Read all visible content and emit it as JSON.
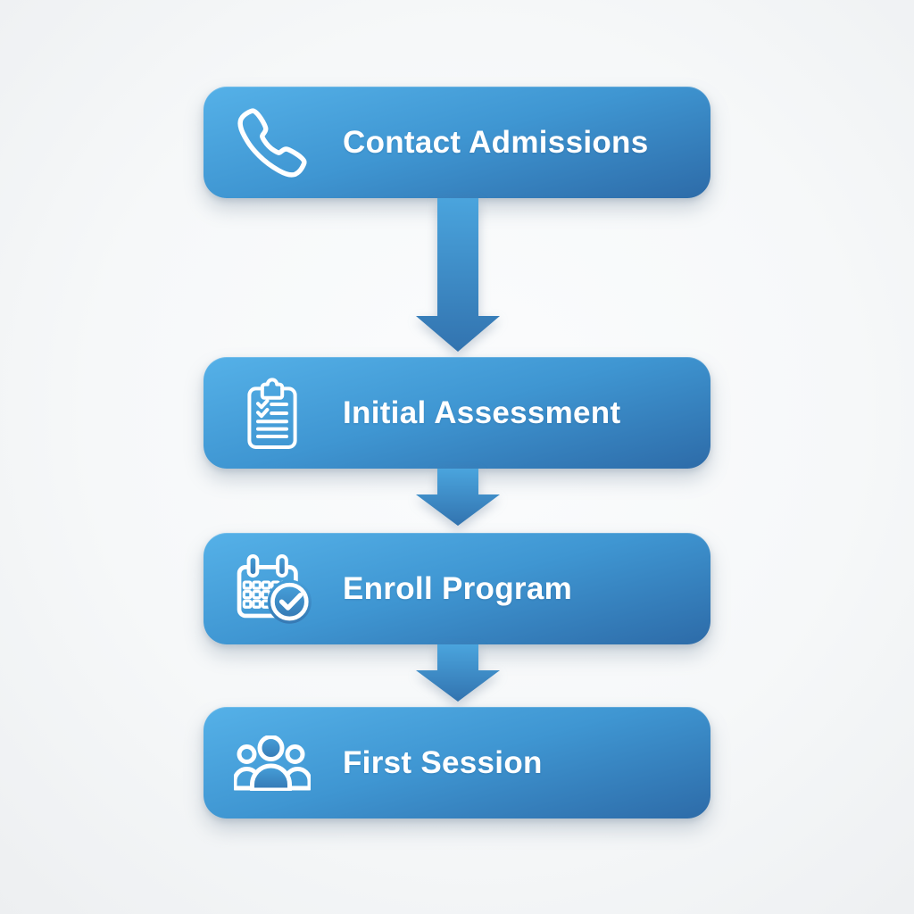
{
  "steps": [
    {
      "label": "Contact Admissions",
      "icon": "phone-icon"
    },
    {
      "label": "Initial Assessment",
      "icon": "clipboard-checklist-icon"
    },
    {
      "label": "Enroll Program",
      "icon": "calendar-check-icon"
    },
    {
      "label": "First Session",
      "icon": "people-group-icon"
    }
  ],
  "connectors": [
    {
      "type": "arrow-down"
    },
    {
      "type": "arrow-down"
    },
    {
      "type": "arrow-down"
    }
  ],
  "colors": {
    "box_gradient_top": "#55B1E8",
    "box_gradient_bottom": "#2D6BA8",
    "arrow_gradient_top": "#4AA4DD",
    "arrow_gradient_bottom": "#3273AF",
    "label_text": "#FFFFFF",
    "icon_stroke": "#FFFFFF",
    "background": "#F6F8F9"
  }
}
